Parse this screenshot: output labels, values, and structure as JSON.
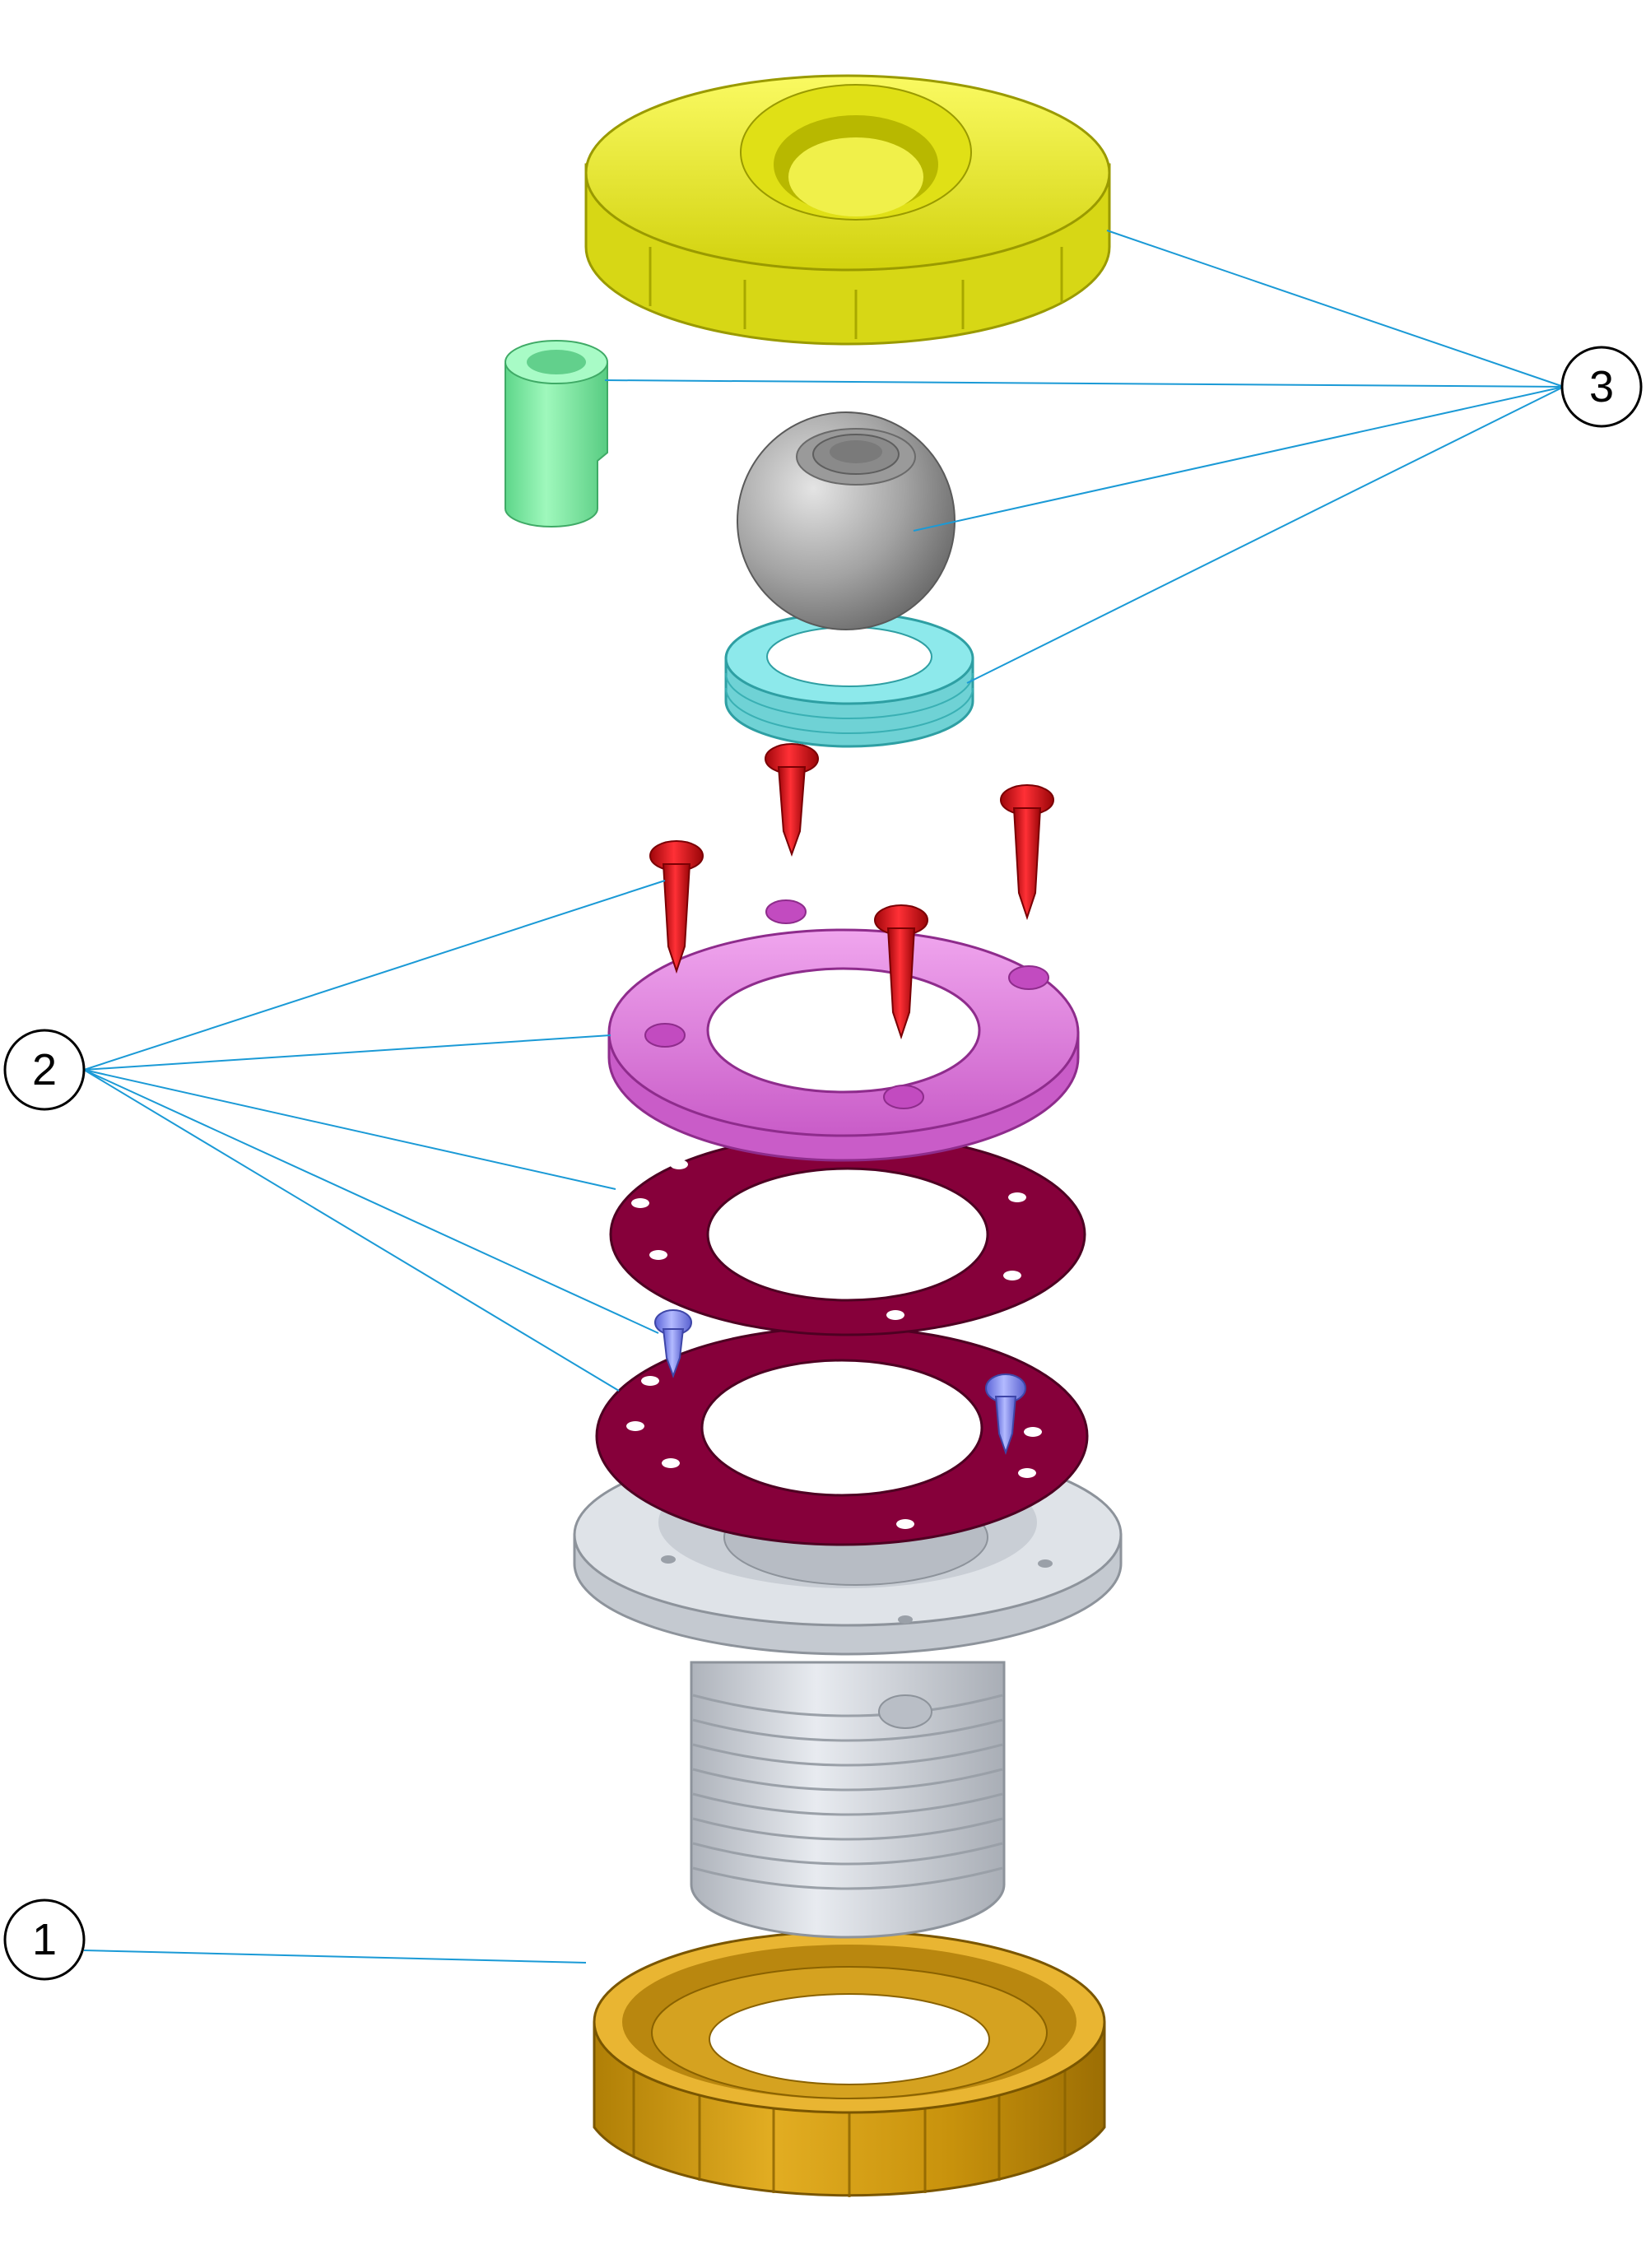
{
  "callouts": [
    {
      "id": "1",
      "label": "1"
    },
    {
      "id": "2",
      "label": "2"
    },
    {
      "id": "3",
      "label": "3"
    }
  ],
  "colors": {
    "leader": "#1b9ad6",
    "nut": "#d8a31a",
    "body": "#d2d6dc",
    "gasket": "#86003a",
    "flange": "#e27ae0",
    "screw_red": "#e31016",
    "screw_blue": "#8e97f4",
    "ring_cyan": "#7ee4e6",
    "ball": "#a8a8a8",
    "nozzle": "#7ef0a2",
    "cap": "#ecec2a"
  },
  "parts": [
    {
      "name": "lock-nut",
      "callout": "1"
    },
    {
      "name": "wall-body",
      "callout": ""
    },
    {
      "name": "gasket-lower",
      "callout": "2"
    },
    {
      "name": "gasket-upper",
      "callout": "2"
    },
    {
      "name": "flange-ring",
      "callout": "2"
    },
    {
      "name": "flange-screws",
      "callout": "2"
    },
    {
      "name": "gasket-screws",
      "callout": "2"
    },
    {
      "name": "seat-ring",
      "callout": "3"
    },
    {
      "name": "eyeball",
      "callout": "3"
    },
    {
      "name": "nozzle-insert",
      "callout": "3"
    },
    {
      "name": "face-cap",
      "callout": "3"
    }
  ]
}
